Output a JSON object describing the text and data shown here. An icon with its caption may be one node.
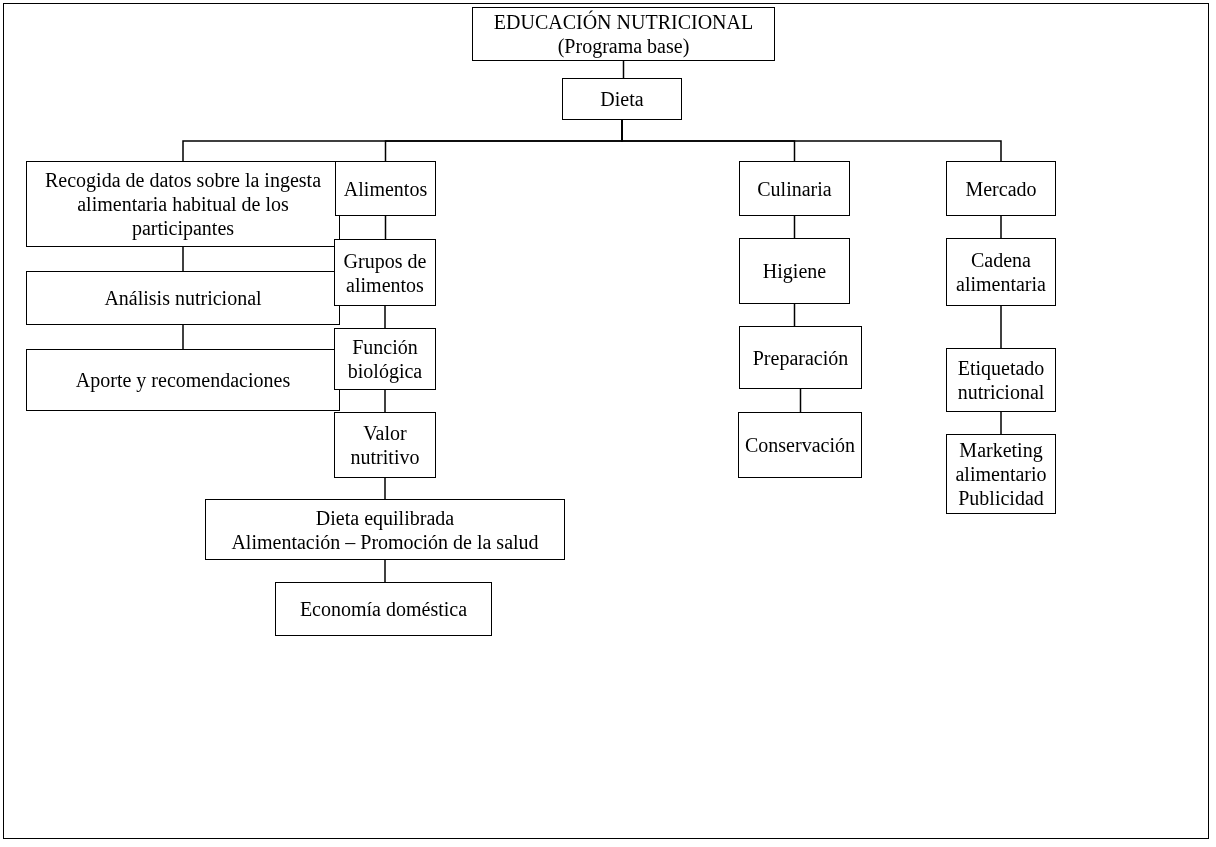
{
  "diagram": {
    "nodes": [
      {
        "text": [
          "EDUCACIÓN NUTRICIONAL",
          "(Programa base)"
        ]
      },
      {
        "text": [
          "Dieta"
        ]
      },
      {
        "text": [
          "Recogida de datos sobre la ingesta alimentaria habitual de los participantes"
        ]
      },
      {
        "text": [
          "Análisis nutricional"
        ]
      },
      {
        "text": [
          "Aporte y recomendaciones"
        ]
      },
      {
        "text": [
          "Alimentos"
        ]
      },
      {
        "text": [
          "Grupos de alimentos"
        ]
      },
      {
        "text": [
          "Función biológica"
        ]
      },
      {
        "text": [
          "Valor nutritivo"
        ]
      },
      {
        "text": [
          "Dieta equilibrada",
          "Alimentación – Promoción de la salud"
        ]
      },
      {
        "text": [
          "Economía doméstica"
        ]
      },
      {
        "text": [
          "Culinaria"
        ]
      },
      {
        "text": [
          "Higiene"
        ]
      },
      {
        "text": [
          "Preparación"
        ]
      },
      {
        "text": [
          "Conservación"
        ]
      },
      {
        "text": [
          "Mercado"
        ]
      },
      {
        "text": [
          "Cadena alimentaria"
        ]
      },
      {
        "text": [
          "Etiquetado nutricional"
        ]
      },
      {
        "text": [
          "Marketing alimentario",
          "Publicidad"
        ]
      }
    ],
    "edges": [
      {
        "from": 0,
        "to": 1,
        "arrow": "none"
      },
      {
        "from": 1,
        "to": 2,
        "arrow": "none"
      },
      {
        "from": 1,
        "to": 5,
        "arrow": "none"
      },
      {
        "from": 1,
        "to": 11,
        "arrow": "none"
      },
      {
        "from": 1,
        "to": 15,
        "arrow": "none"
      },
      {
        "from": 2,
        "to": 3,
        "arrow": "none"
      },
      {
        "from": 3,
        "to": 4,
        "arrow": "none"
      },
      {
        "from": 5,
        "to": 6,
        "arrow": "none"
      },
      {
        "from": 6,
        "to": 7,
        "arrow": "none"
      },
      {
        "from": 7,
        "to": 8,
        "arrow": "none"
      },
      {
        "from": 8,
        "to": 9,
        "arrow": "none"
      },
      {
        "from": 9,
        "to": 10,
        "arrow": "none"
      },
      {
        "from": 11,
        "to": 12,
        "arrow": "none"
      },
      {
        "from": 12,
        "to": 13,
        "arrow": "none"
      },
      {
        "from": 13,
        "to": 14,
        "arrow": "none"
      },
      {
        "from": 15,
        "to": 16,
        "arrow": "none"
      },
      {
        "from": 16,
        "to": 17,
        "arrow": "none"
      },
      {
        "from": 17,
        "to": 18,
        "arrow": "none"
      }
    ]
  }
}
